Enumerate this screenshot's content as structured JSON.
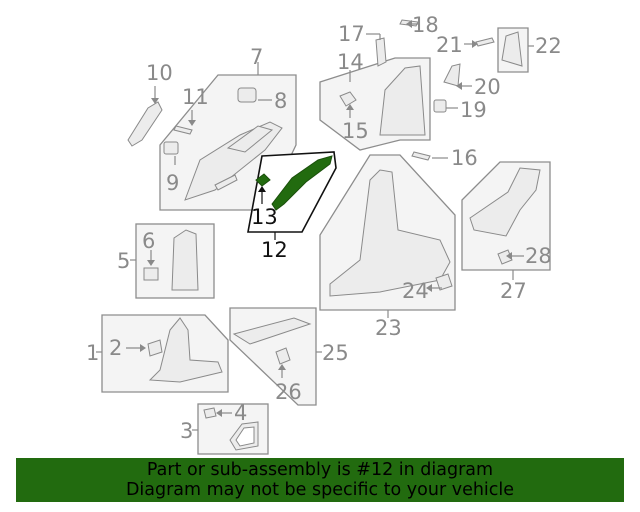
{
  "callouts": {
    "c1": "1",
    "c2": "2",
    "c3": "3",
    "c4": "4",
    "c5": "5",
    "c6": "6",
    "c7": "7",
    "c8": "8",
    "c9": "9",
    "c10": "10",
    "c11": "11",
    "c12": "12",
    "c13": "13",
    "c14": "14",
    "c15": "15",
    "c16": "16",
    "c17": "17",
    "c18": "18",
    "c19": "19",
    "c20": "20",
    "c21": "21",
    "c22": "22",
    "c23": "23",
    "c24": "24",
    "c25": "25",
    "c26": "26",
    "c27": "27",
    "c28": "28"
  },
  "highlight": {
    "part": "12",
    "color": "#226b0f"
  },
  "banner": {
    "line1": "Part or sub-assembly is #12 in diagram",
    "line2": "Diagram may not be specific to your vehicle",
    "color": "#226b0f"
  }
}
